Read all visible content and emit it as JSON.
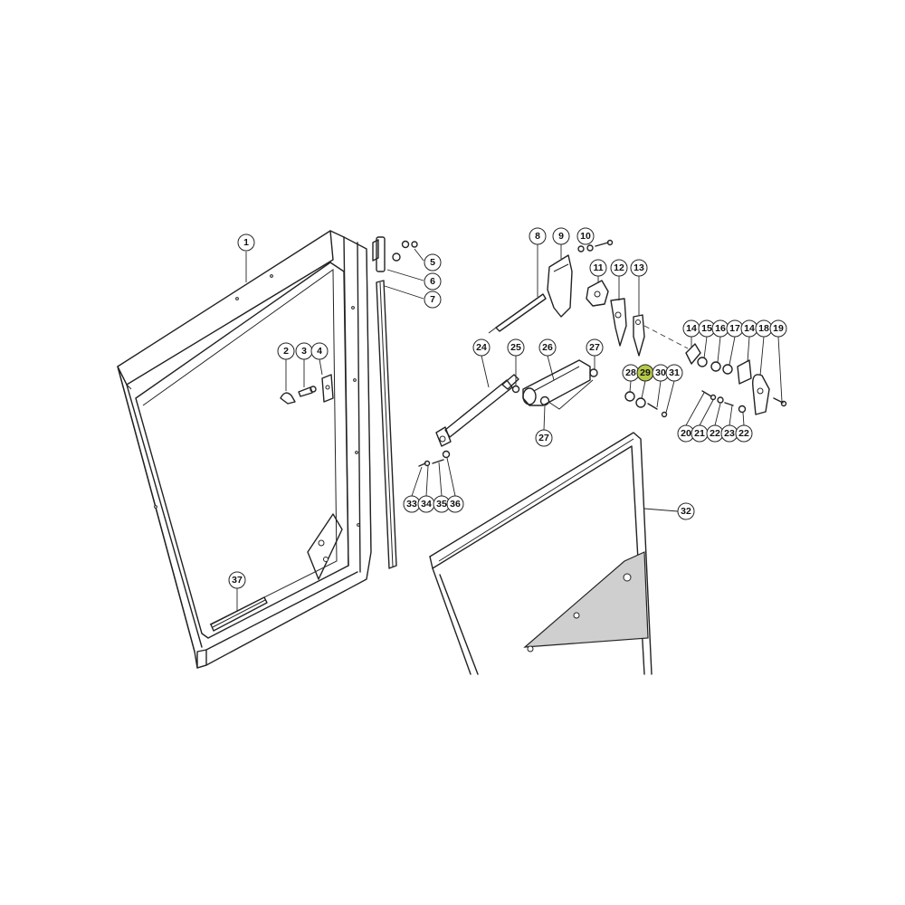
{
  "callouts": [
    {
      "label": "1"
    },
    {
      "label": "2"
    },
    {
      "label": "3"
    },
    {
      "label": "4"
    },
    {
      "label": "5"
    },
    {
      "label": "6"
    },
    {
      "label": "7"
    },
    {
      "label": "8"
    },
    {
      "label": "9"
    },
    {
      "label": "10"
    },
    {
      "label": "11"
    },
    {
      "label": "12"
    },
    {
      "label": "13"
    },
    {
      "label": "14"
    },
    {
      "label": "15"
    },
    {
      "label": "16"
    },
    {
      "label": "17"
    },
    {
      "label": "14"
    },
    {
      "label": "18"
    },
    {
      "label": "19"
    },
    {
      "label": "24"
    },
    {
      "label": "25"
    },
    {
      "label": "26"
    },
    {
      "label": "27"
    },
    {
      "label": "28"
    },
    {
      "label": "29",
      "highlighted": true
    },
    {
      "label": "30"
    },
    {
      "label": "31"
    },
    {
      "label": "27"
    },
    {
      "label": "20"
    },
    {
      "label": "21"
    },
    {
      "label": "22"
    },
    {
      "label": "23"
    },
    {
      "label": "22"
    },
    {
      "label": "33"
    },
    {
      "label": "34"
    },
    {
      "label": "35"
    },
    {
      "label": "36"
    },
    {
      "label": "32"
    },
    {
      "label": "37"
    }
  ],
  "colors": {
    "highlight": "#b7c94a",
    "line": "#222222",
    "glass": "#cfcfcf"
  }
}
